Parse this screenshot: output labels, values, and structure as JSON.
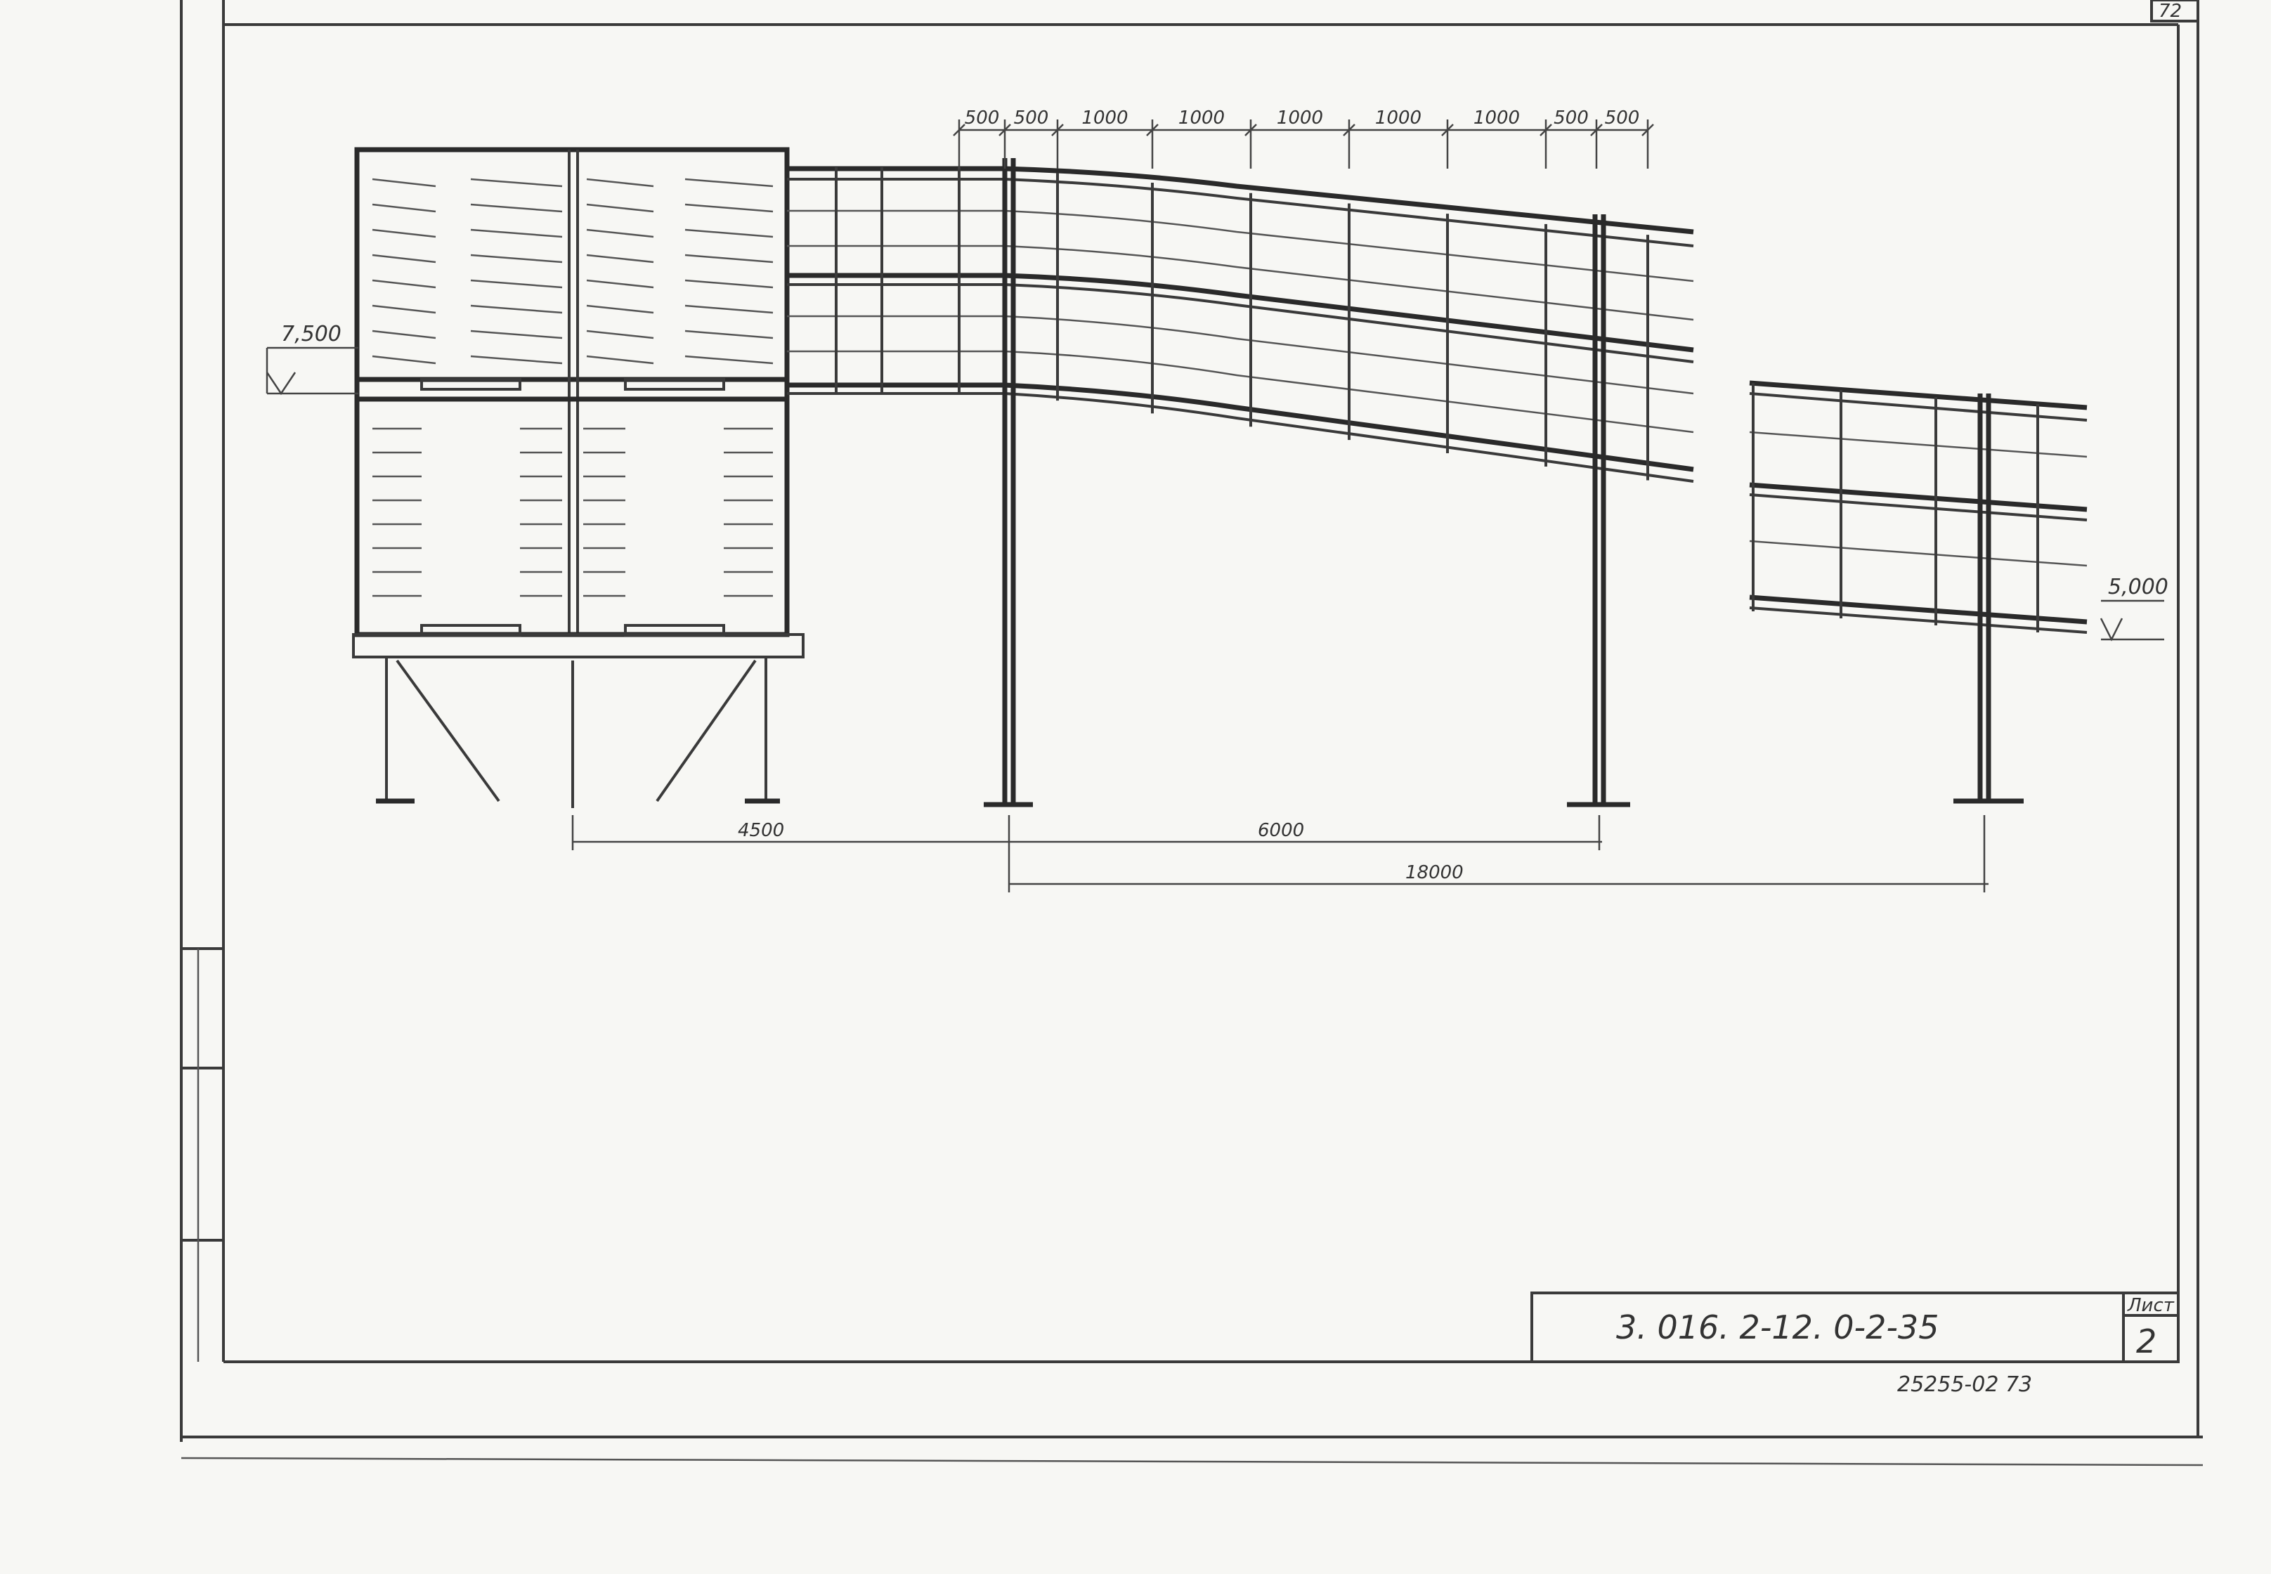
{
  "sheet_corner_number": "72",
  "levels": {
    "left": "7,500",
    "right": "5,000"
  },
  "top_dimensions": [
    "500",
    "500",
    "1000",
    "1000",
    "1000",
    "1000",
    "1000",
    "500",
    "500"
  ],
  "bottom_dimensions": {
    "span_a": "4500",
    "span_b": "6000",
    "span_total": "18000"
  },
  "title_block": {
    "code": "3. 016. 2-12. 0-2-35",
    "sheet_label": "Лист",
    "sheet_number": "2"
  },
  "footer_stamp": "25255-02   73"
}
